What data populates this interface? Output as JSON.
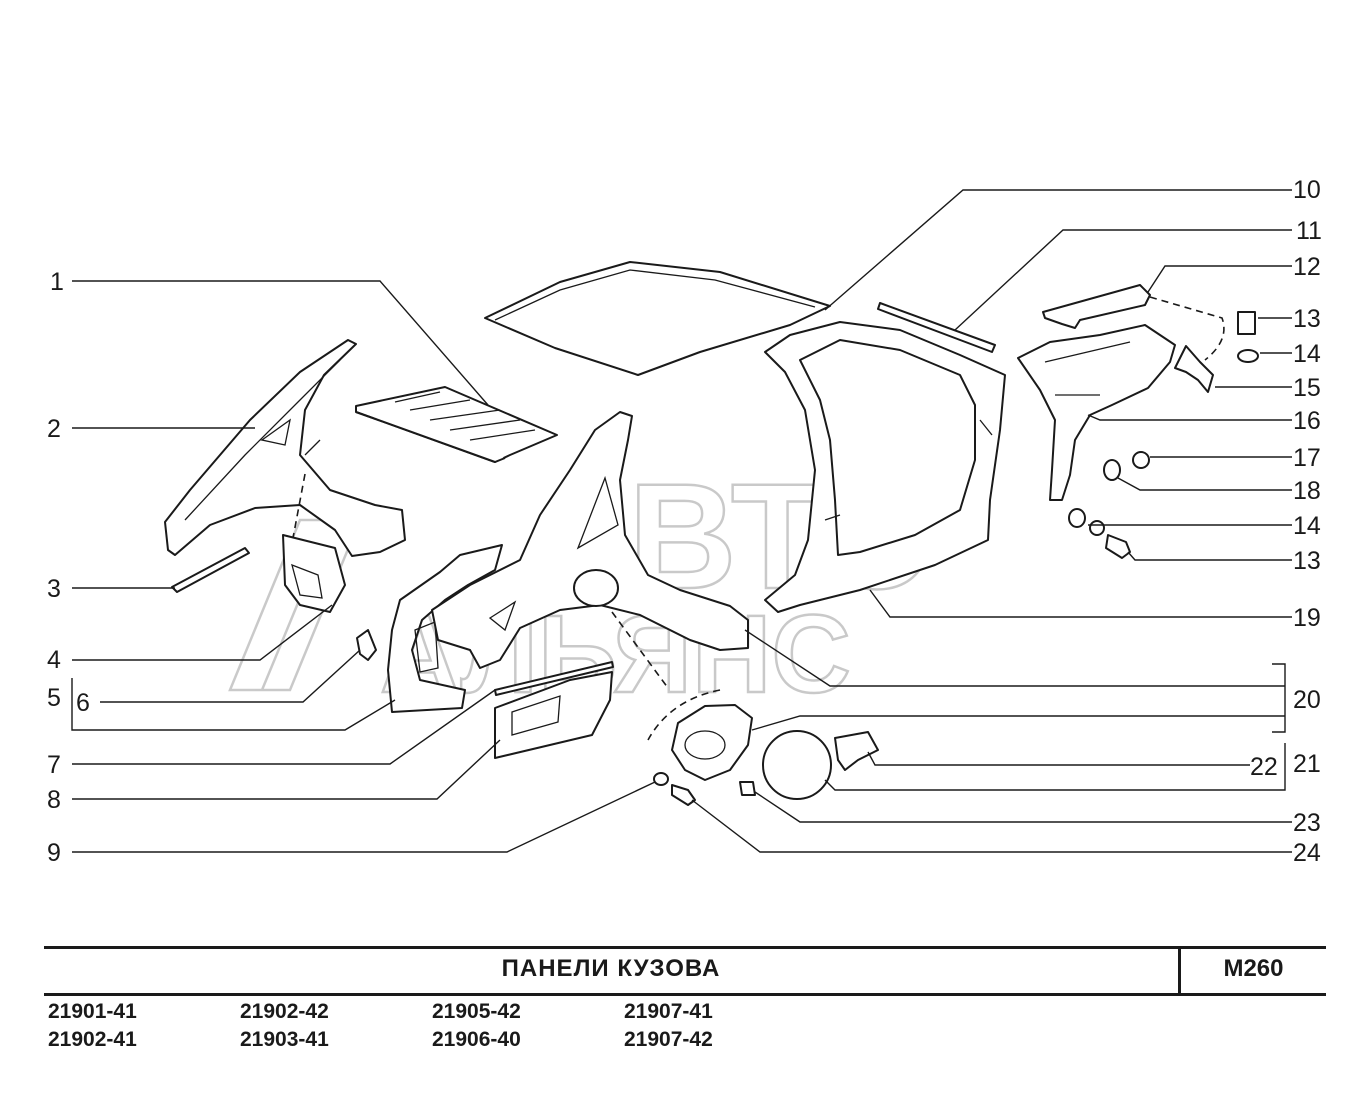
{
  "watermark": {
    "line1": "АВТО",
    "line2": "АЛЬЯНС"
  },
  "callouts": {
    "c1": "1",
    "c2": "2",
    "c3": "3",
    "c4": "4",
    "c5": "5",
    "c6": "6",
    "c7": "7",
    "c8": "8",
    "c9": "9",
    "c10": "10",
    "c11": "11",
    "c12": "12",
    "c13a": "13",
    "c14a": "14",
    "c15": "15",
    "c16": "16",
    "c17": "17",
    "c18": "18",
    "c14b": "14",
    "c13b": "13",
    "c19": "19",
    "c20": "20",
    "c21": "21",
    "c22": "22",
    "c23": "23",
    "c24": "24"
  },
  "footer": {
    "title": "ПАНЕЛИ   КУЗОВА",
    "code": "M260"
  },
  "models": [
    [
      "21901-41",
      "21902-41"
    ],
    [
      "21902-42",
      "21903-41"
    ],
    [
      "21905-42",
      "21906-40"
    ],
    [
      "21907-41",
      "21907-42"
    ]
  ]
}
